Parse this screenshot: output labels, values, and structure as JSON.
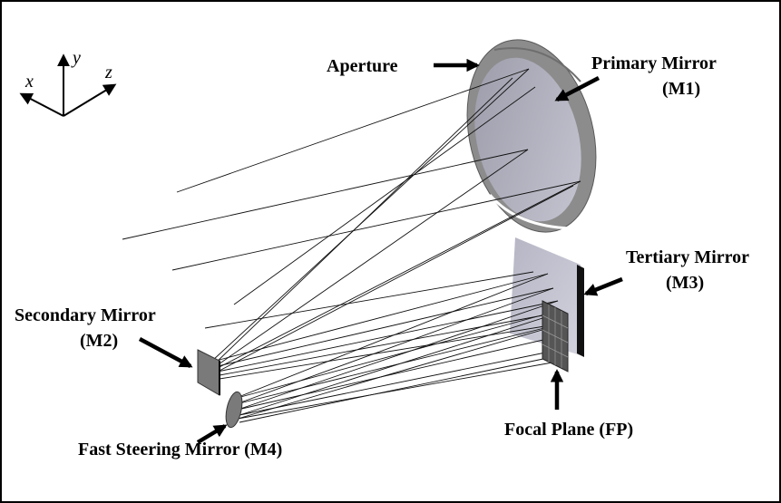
{
  "axes": {
    "x": "x",
    "y": "y",
    "z": "z"
  },
  "labels": {
    "aperture": "Aperture",
    "primary_line1": "Primary Mirror",
    "primary_line2": "(M1)",
    "tertiary_line1": "Tertiary Mirror",
    "tertiary_line2": "(M3)",
    "secondary_line1": "Secondary Mirror",
    "secondary_line2": "(M2)",
    "fsm": "Fast Steering Mirror (M4)",
    "focal_plane": "Focal Plane (FP)"
  },
  "colors": {
    "mirror_ring": "#8c8c8c",
    "mirror_face": "#aaaab8",
    "m3_face": "#b9b9c8",
    "m2_face": "#7a7a7a",
    "fp_face": "#555555",
    "ray": "#111111"
  }
}
